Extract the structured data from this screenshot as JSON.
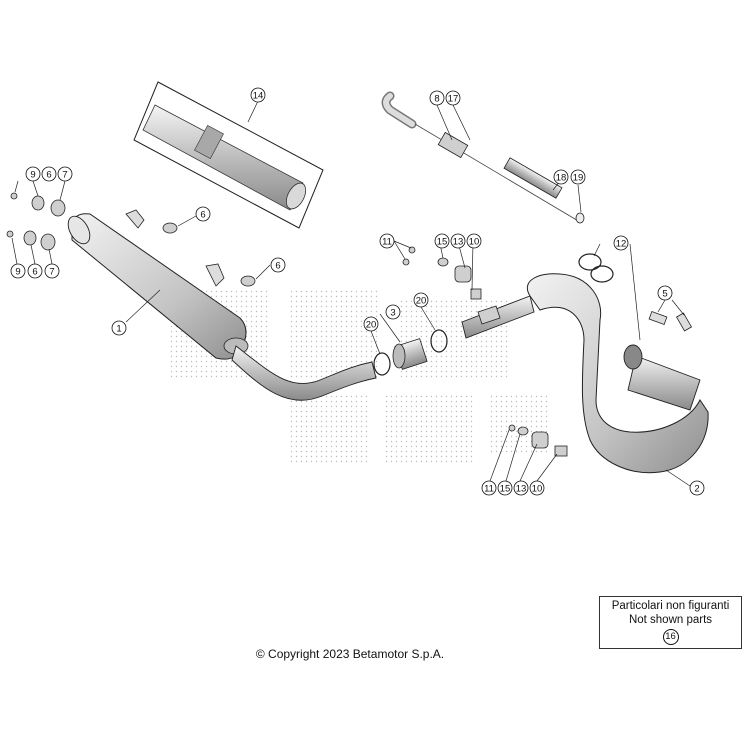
{
  "callouts": [
    {
      "id": "c14a",
      "label": "14"
    },
    {
      "id": "c8",
      "label": "8"
    },
    {
      "id": "c17",
      "label": "17"
    },
    {
      "id": "c18",
      "label": "18"
    },
    {
      "id": "c19",
      "label": "19"
    },
    {
      "id": "c9a",
      "label": "9"
    },
    {
      "id": "c6a",
      "label": "6"
    },
    {
      "id": "c7a",
      "label": "7"
    },
    {
      "id": "c6b",
      "label": "6"
    },
    {
      "id": "c9b",
      "label": "9"
    },
    {
      "id": "c6c",
      "label": "6"
    },
    {
      "id": "c7b",
      "label": "7"
    },
    {
      "id": "c6d",
      "label": "6"
    },
    {
      "id": "c1",
      "label": "1"
    },
    {
      "id": "c11a",
      "label": "11"
    },
    {
      "id": "c15a",
      "label": "15"
    },
    {
      "id": "c13a",
      "label": "13"
    },
    {
      "id": "c10a",
      "label": "10"
    },
    {
      "id": "c12",
      "label": "12"
    },
    {
      "id": "c3",
      "label": "3"
    },
    {
      "id": "c20a",
      "label": "20"
    },
    {
      "id": "c20b",
      "label": "20"
    },
    {
      "id": "c5",
      "label": "5"
    },
    {
      "id": "c11b",
      "label": "11"
    },
    {
      "id": "c15b",
      "label": "15"
    },
    {
      "id": "c13b",
      "label": "13"
    },
    {
      "id": "c10b",
      "label": "10"
    },
    {
      "id": "c2",
      "label": "2"
    }
  ],
  "notes": {
    "line1": "Particolari non figuranti",
    "line2": "Not shown parts",
    "badge": "16"
  },
  "copyright": "© Copyright 2023 Betamotor S.p.A."
}
